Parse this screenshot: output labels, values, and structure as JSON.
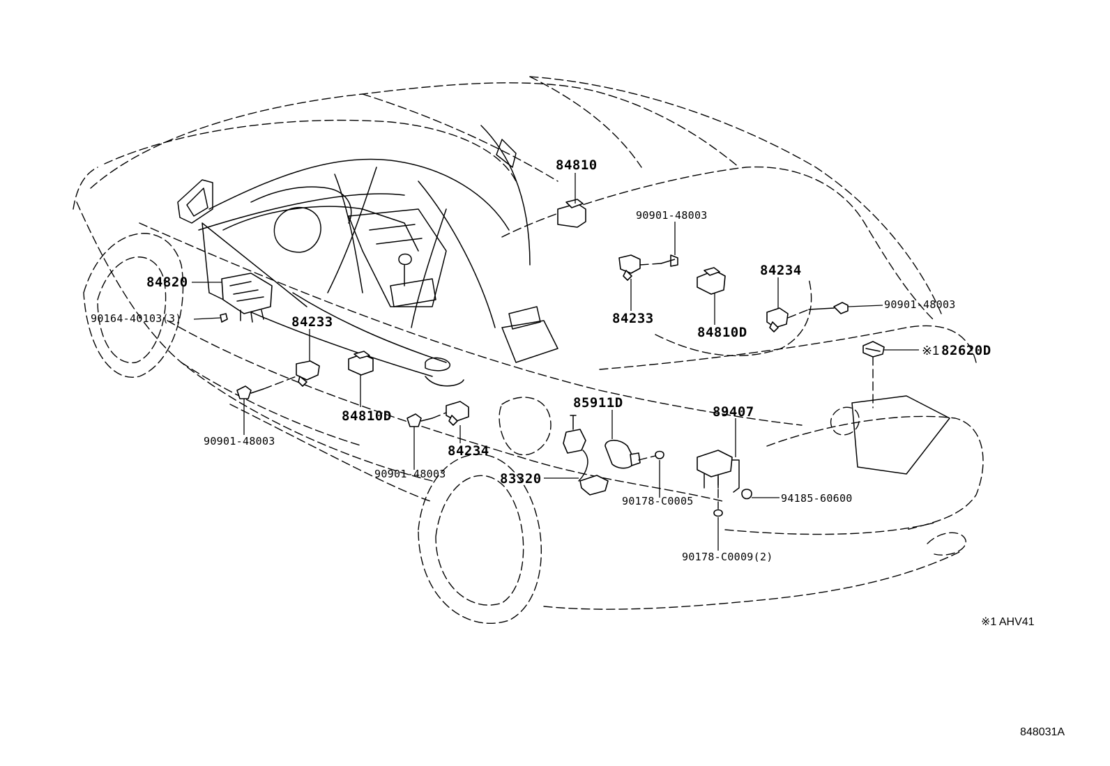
{
  "labels": {
    "p84810": "84810",
    "p84810d_right": "84810D",
    "p84810d_center": "84810D",
    "p84820": "84820",
    "p90164": "90164-40103(3)",
    "p84233_left": "84233",
    "p84233_right": "84233",
    "p84234_right": "84234",
    "p84234_center": "84234",
    "p90901_top": "90901-48003",
    "p90901_right": "90901-48003",
    "p90901_left": "90901-48003",
    "p90901_bottom": "90901-48003",
    "p82620d": "82620D",
    "p85911d": "85911D",
    "p89407": "89407",
    "p83320": "83320",
    "p90178_c0005": "90178-C0005",
    "p94185": "94185-60600",
    "p90178_c0009": "90178-C0009(2)"
  },
  "note_mark": "※1",
  "footnote": "※1 AHV41",
  "figure_id": "848031A"
}
